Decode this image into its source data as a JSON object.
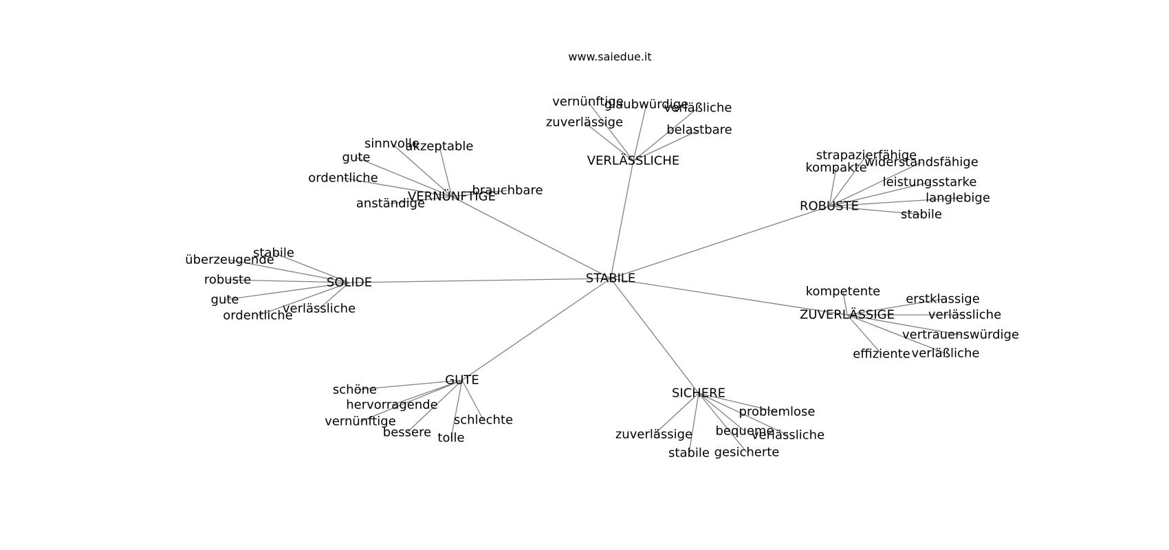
{
  "header": {
    "site": "www.saiedue.it"
  },
  "graph": {
    "center": {
      "label": "STABILE"
    },
    "clusters": [
      {
        "id": "vernuenftige",
        "label": "VERNÜNFTIGE",
        "children": [
          "sinnvolle",
          "akzeptable",
          "gute",
          "ordentliche",
          "anständige",
          "brauchbare"
        ]
      },
      {
        "id": "verlaessliche",
        "label": "VERLÄSSLICHE",
        "children": [
          "vernünftige",
          "glaubwürdige",
          "verläßliche",
          "zuverlässige",
          "belastbare"
        ]
      },
      {
        "id": "robuste",
        "label": "ROBUSTE",
        "children": [
          "strapazierfähige",
          "widerstandsfähige",
          "kompakte",
          "leistungsstarke",
          "langlebige",
          "stabile"
        ]
      },
      {
        "id": "solide",
        "label": "SOLIDE",
        "children": [
          "stabile",
          "überzeugende",
          "robuste",
          "gute",
          "verlässliche",
          "ordentliche"
        ]
      },
      {
        "id": "zuverlaessige",
        "label": "ZUVERLÄSSIGE",
        "children": [
          "kompetente",
          "erstklassige",
          "verlässliche",
          "vertrauenswürdige",
          "effiziente",
          "verläßliche"
        ]
      },
      {
        "id": "gute",
        "label": "GUTE",
        "children": [
          "schöne",
          "hervorragende",
          "vernünftige",
          "bessere",
          "tolle",
          "schlechte"
        ]
      },
      {
        "id": "sichere",
        "label": "SICHERE",
        "children": [
          "problemlose",
          "zuverlässige",
          "bequeme",
          "verlässliche",
          "stabile",
          "gesicherte"
        ]
      }
    ]
  }
}
